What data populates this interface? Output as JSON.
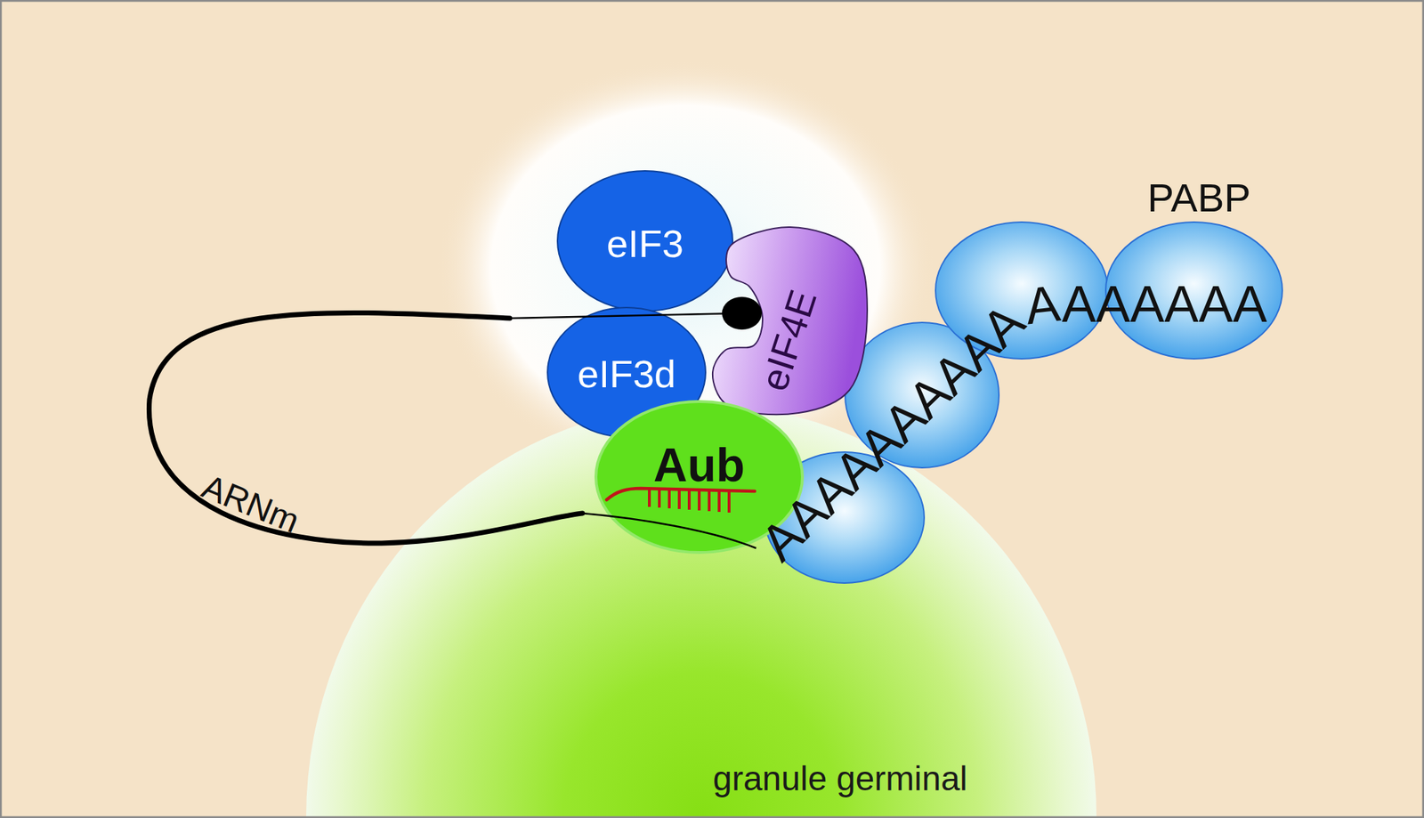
{
  "diagram": {
    "nodes": [
      {
        "text": [
          "eIF3"
        ]
      },
      {
        "text": [
          "eIF4E"
        ]
      },
      {
        "text": [
          "eIF3d"
        ]
      },
      {
        "text": [
          "Aub"
        ]
      },
      {
        "text": [
          "granule germinal"
        ]
      }
    ],
    "labels": [
      "PABP",
      "AAAAAAAAAAAAAAAAA",
      "ARNm"
    ]
  }
}
